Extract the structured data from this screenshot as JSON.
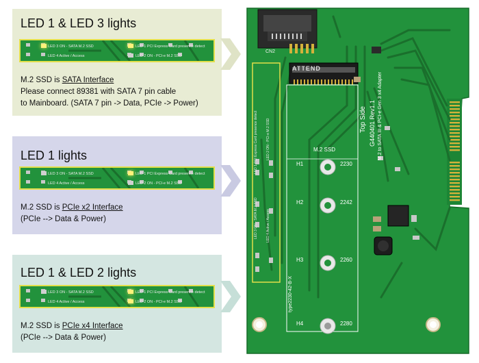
{
  "panels": [
    {
      "bg": "#e8ecd4",
      "title": "LED 1 & LED 3 lights",
      "lines": [
        {
          "before": "M.2 SSD is ",
          "link": "SATA Interface",
          "after": ""
        },
        {
          "before": "Please connect 89381 with SATA 7 pin cable",
          "link": "",
          "after": ""
        },
        {
          "before": "to Mainboard. (SATA 7 pin -> Data, PCIe -> Power)",
          "link": "",
          "after": ""
        }
      ],
      "led_top_left": true,
      "led_top_right": true,
      "led_bottom_right": false
    },
    {
      "bg": "#d5d6ea",
      "title": "LED 1 lights",
      "lines": [
        {
          "before": "M.2 SSD is ",
          "link": "PCIe x2 Interface",
          "after": ""
        },
        {
          "before": "(PCIe --> Data & Power)",
          "link": "",
          "after": ""
        }
      ],
      "led_top_left": false,
      "led_top_right": true,
      "led_bottom_right": false
    },
    {
      "bg": "#d4e6e1",
      "title": "LED 1 & LED 2 lights",
      "lines": [
        {
          "before": "M.2 SSD is ",
          "link": "PCIe x4 Interface",
          "after": ""
        },
        {
          "before": "(PCIe --> Data & Power)",
          "link": "",
          "after": ""
        }
      ],
      "led_top_left": false,
      "led_top_right": true,
      "led_bottom_right": true
    }
  ],
  "strip_labels": {
    "led3": "LED 3  ON - SATA M.2 SSD",
    "led4": "LED 4  Active / Access",
    "led1": "LED 1  PCI Express Card presence detect",
    "led2": "LED 2  ON - PCI-e M.2 SSD"
  },
  "board": {
    "connector_label": "CN2",
    "slot_label": "ATTEND",
    "ssd_label": "M.2 SSD",
    "holes": [
      {
        "name": "H1",
        "size": "2230"
      },
      {
        "name": "H2",
        "size": "2242"
      },
      {
        "name": "H3",
        "size": "2260"
      },
      {
        "name": "H4",
        "size": "2280"
      }
    ],
    "side_label": "Top Side",
    "model_label": "G440401 Rev1.1",
    "adapter_label": "M.2 to SATA III & PCI-e Gen 3 x4 Adapter",
    "type_label": "type2230-42-B-X",
    "vertical_labels": [
      "LED 1  PCI Express Card presence detect",
      "LED 2  ON - PCI-e M.2 SSD",
      "LED 3  ON - SATA M.2 SSD",
      "LED 4  Active / Access"
    ],
    "colors": {
      "pcb": "#22923c",
      "trace": "#1a6f2c",
      "gold": "#d4b23b",
      "highlight": "#e3e04a"
    }
  }
}
